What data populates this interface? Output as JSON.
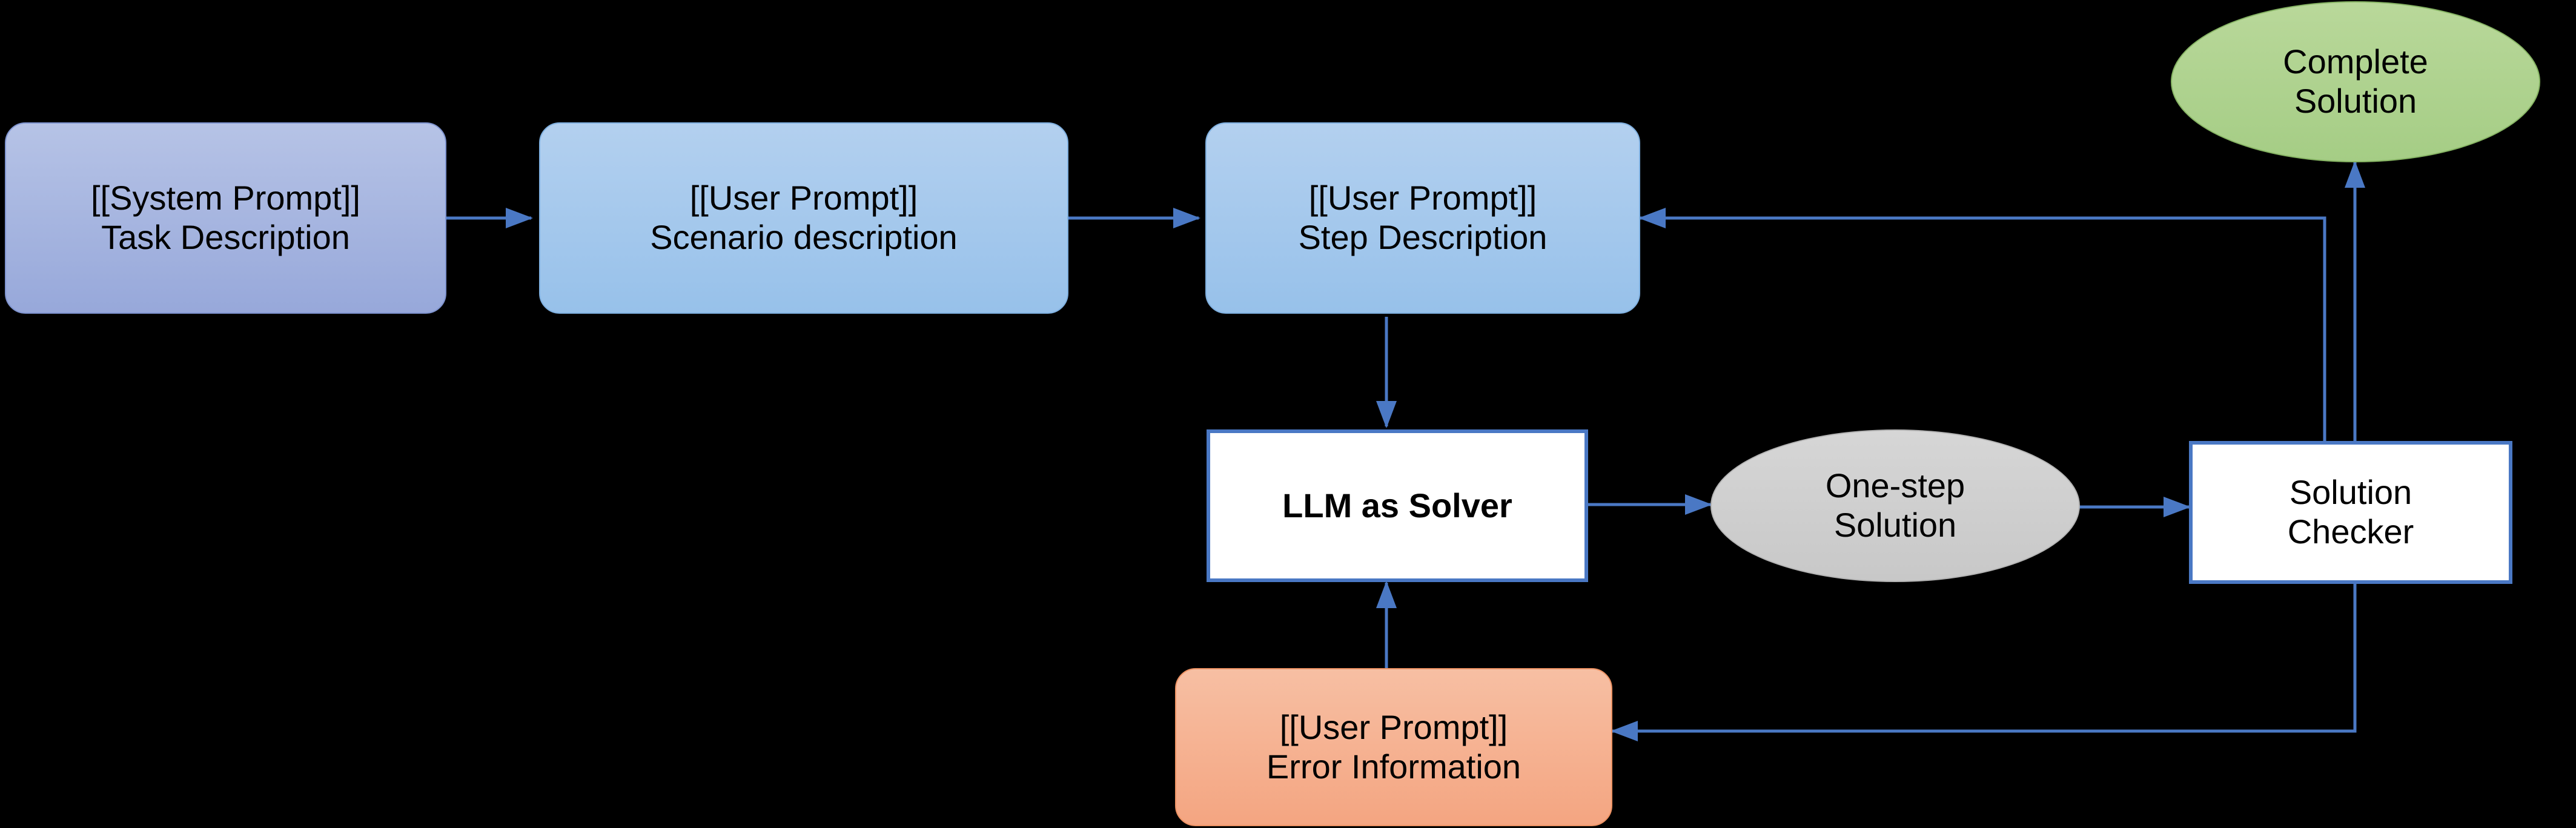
{
  "diagram": {
    "title": "LLM as Solver iterative step-wise solving pipeline",
    "background_color": "#000000",
    "connector_color": "#4a78c4",
    "nodes": {
      "system_prompt": {
        "line1": "[[System Prompt]]",
        "line2": "Task Description",
        "shape": "rounded-rectangle",
        "fill": "#a6b6e0"
      },
      "scenario_prompt": {
        "line1": "[[User Prompt]]",
        "line2": "Scenario description",
        "shape": "rounded-rectangle",
        "fill": "#a4c8ec"
      },
      "step_prompt": {
        "line1": "[[User Prompt]]",
        "line2": "Step Description",
        "shape": "rounded-rectangle",
        "fill": "#a4c8ec"
      },
      "solver": {
        "line1": "LLM as Solver",
        "shape": "rectangle",
        "fill": "#ffffff",
        "border": "#4a78c4"
      },
      "one_step_solution": {
        "line1": "One-step",
        "line2": "Solution",
        "shape": "ellipse",
        "fill": "#cfcfcf"
      },
      "solution_checker": {
        "line1": "Solution",
        "line2": "Checker",
        "shape": "rectangle",
        "fill": "#ffffff",
        "border": "#4a78c4"
      },
      "complete_solution": {
        "line1": "Complete",
        "line2": "Solution",
        "shape": "ellipse",
        "fill": "#aed18c"
      },
      "error_prompt": {
        "line1": "[[User Prompt]]",
        "line2": "Error Information",
        "shape": "rounded-rectangle",
        "fill": "#f4a581"
      }
    },
    "edges": [
      {
        "id": "sys-to-scenario",
        "from": "system_prompt",
        "to": "scenario_prompt",
        "label": ""
      },
      {
        "id": "scenario-to-step",
        "from": "scenario_prompt",
        "to": "step_prompt",
        "label": ""
      },
      {
        "id": "step-to-solver",
        "from": "step_prompt",
        "to": "solver",
        "label": ""
      },
      {
        "id": "solver-to-onestep",
        "from": "solver",
        "to": "one_step_solution",
        "label": ""
      },
      {
        "id": "onestep-to-checker",
        "from": "one_step_solution",
        "to": "solution_checker",
        "label": ""
      },
      {
        "id": "checker-to-complete",
        "from": "solution_checker",
        "to": "complete_solution",
        "label": ""
      },
      {
        "id": "checker-to-step",
        "from": "solution_checker",
        "to": "step_prompt",
        "label": ""
      },
      {
        "id": "checker-to-error",
        "from": "solution_checker",
        "to": "error_prompt",
        "label": ""
      },
      {
        "id": "error-to-solver",
        "from": "error_prompt",
        "to": "solver",
        "label": ""
      }
    ]
  }
}
